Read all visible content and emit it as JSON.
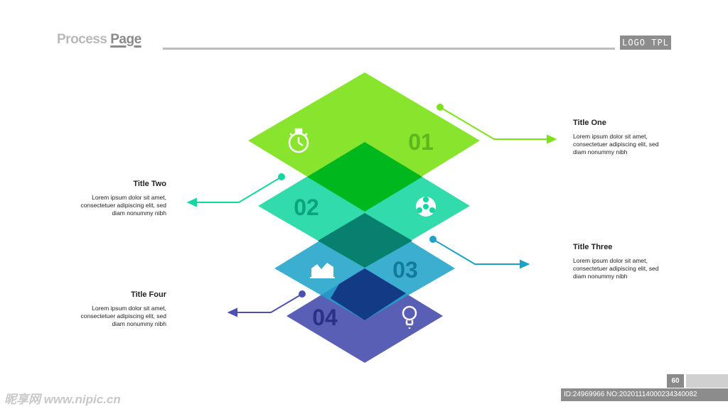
{
  "header": {
    "title_part1": "Process ",
    "title_part2": "Page",
    "logo": "LOGO TPL"
  },
  "layers": [
    {
      "number": "01",
      "color": "#7ee21b",
      "icon": "stopwatch-icon"
    },
    {
      "number": "02",
      "color": "#14d6a0",
      "icon": "biohazard-icon"
    },
    {
      "number": "03",
      "color": "#1ca2c8",
      "icon": "area-chart-icon"
    },
    {
      "number": "04",
      "color": "#4c51b0",
      "icon": "lightbulb-icon"
    }
  ],
  "annotations": {
    "one": {
      "title": "Title One",
      "text": "Lorem ipsum dolor sit amet, consectetuer adipiscing elit, sed diam nonummy nibh"
    },
    "two": {
      "title": "Title Two",
      "text": "Lorem ipsum dolor sit amet, consectetuer adipiscing elit, sed diam nonummy nibh"
    },
    "three": {
      "title": "Title Three",
      "text": "Lorem ipsum dolor sit amet, consectetuer adipiscing elit, sed diam nonummy nibh"
    },
    "four": {
      "title": "Title Four",
      "text": "Lorem ipsum dolor sit amet, consectetuer adipiscing elit, sed diam nonummy nibh"
    }
  },
  "footer": {
    "page_number": "60",
    "watermark_left": "昵享网 www.nipic.cn",
    "watermark_right": "ID:24969966 NO:20201114000234340082"
  }
}
